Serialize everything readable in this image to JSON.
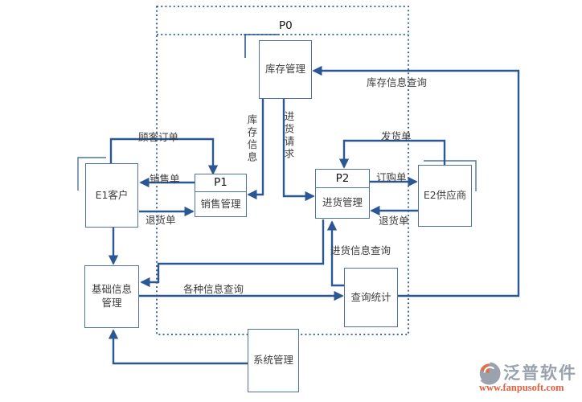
{
  "diagram": {
    "system_boundary": "P0",
    "boxes": {
      "inventory": {
        "label": "库存管理"
      },
      "p1": {
        "id": "P1",
        "label": "销售管理"
      },
      "p2": {
        "id": "P2",
        "label": "进货管理"
      },
      "e1": {
        "label": "E1客户"
      },
      "e2": {
        "label": "E2供应商"
      },
      "base_info": {
        "label_line1": "基础信息",
        "label_line2": "管理"
      },
      "query_stats": {
        "label": "查询统计"
      },
      "system_mgmt": {
        "label": "系统管理"
      }
    },
    "flows": {
      "customer_order": "顾客订单",
      "sales_order": "销售单",
      "return_order_left": "退货单",
      "inventory_info": "库存信息",
      "purchase_request": "进货请求",
      "inventory_info_query": "库存信息查询",
      "delivery_order": "发货单",
      "purchase_order": "订购单",
      "return_order_right": "退货单",
      "purchase_info_query": "进货信息查询",
      "various_info_query": "各种信息查询"
    },
    "colors": {
      "flow_line": "#2b5894",
      "box_border": "#4f74a3",
      "dashed_boundary": "#2d5b99",
      "label_text": "#3d3d3d",
      "logo_gray": "#9aa2ae",
      "logo_orange": "#e2603f"
    }
  },
  "logo": {
    "name": "泛普软件",
    "url": "www.fanpusoft.com"
  }
}
